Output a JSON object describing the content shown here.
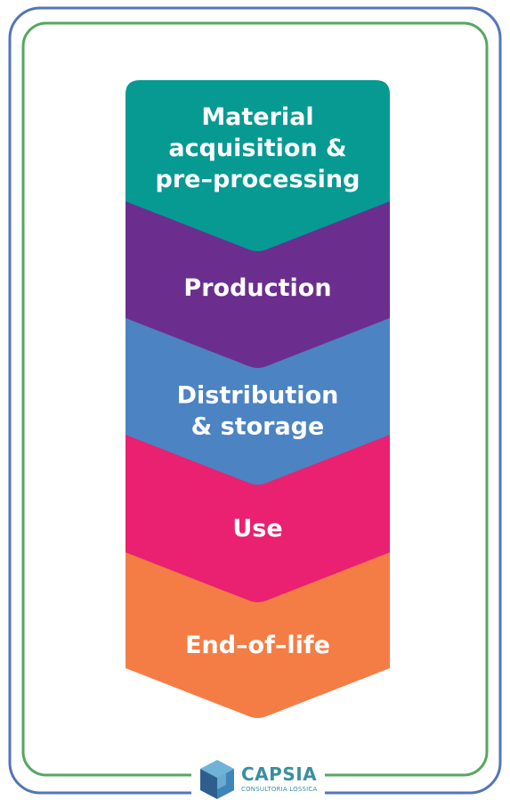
{
  "stages": [
    {
      "lines": [
        "Material",
        "acquisition &",
        "pre–processing"
      ],
      "color": "#069a93"
    },
    {
      "lines": [
        "Production"
      ],
      "color": "#6b2e8e"
    },
    {
      "lines": [
        "Distribution",
        "& storage"
      ],
      "color": "#4c83c3"
    },
    {
      "lines": [
        "Use"
      ],
      "color": "#ea2070"
    },
    {
      "lines": [
        "End–of–life"
      ],
      "color": "#f47d46"
    }
  ],
  "frame": {
    "outer_color": "#5376b8",
    "inner_color": "#57a660"
  },
  "logo": {
    "name": "CAPSIA",
    "subtitle": "CONSULTORIA LOSSICA",
    "color": "#3a8fa0"
  }
}
